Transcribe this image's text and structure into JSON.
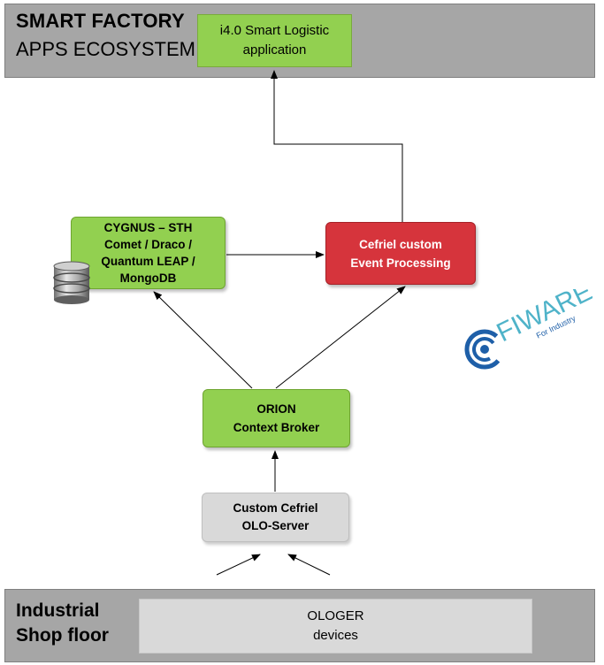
{
  "top_band": {
    "title": "SMART FACTORY",
    "subtitle": "APPS ECOSYSTEM"
  },
  "app_box": {
    "line1": "i4.0 Smart Logistic",
    "line2": "application"
  },
  "cygnus_box": {
    "line1": "CYGNUS – STH",
    "line2": "Comet  / Draco /",
    "line3": "Quantum LEAP /",
    "line4": "MongoDB"
  },
  "cefriel_box": {
    "line1": "Cefriel custom",
    "line2": "Event Processing"
  },
  "orion_box": {
    "line1": "ORION",
    "line2": "Context Broker"
  },
  "olo_box": {
    "line1": "Custom Cefriel",
    "line2": "OLO-Server"
  },
  "bottom_band": {
    "title_line1": "Industrial",
    "title_line2": "Shop floor"
  },
  "ologer_box": {
    "line1": "OLOGER",
    "line2": "devices"
  },
  "fiware_logo": {
    "wordmark": "FIWARE",
    "tagline": "For Industry"
  },
  "icons": {
    "database": "database-icon",
    "fiware": "fiware-logo"
  },
  "colors": {
    "band_gray": "#a6a6a6",
    "component_green": "#92d050",
    "processing_red": "#d6343c",
    "server_gray": "#d9d9d9",
    "fiware_blue": "#1e5fa8",
    "fiware_teal": "#4fb3c9"
  }
}
